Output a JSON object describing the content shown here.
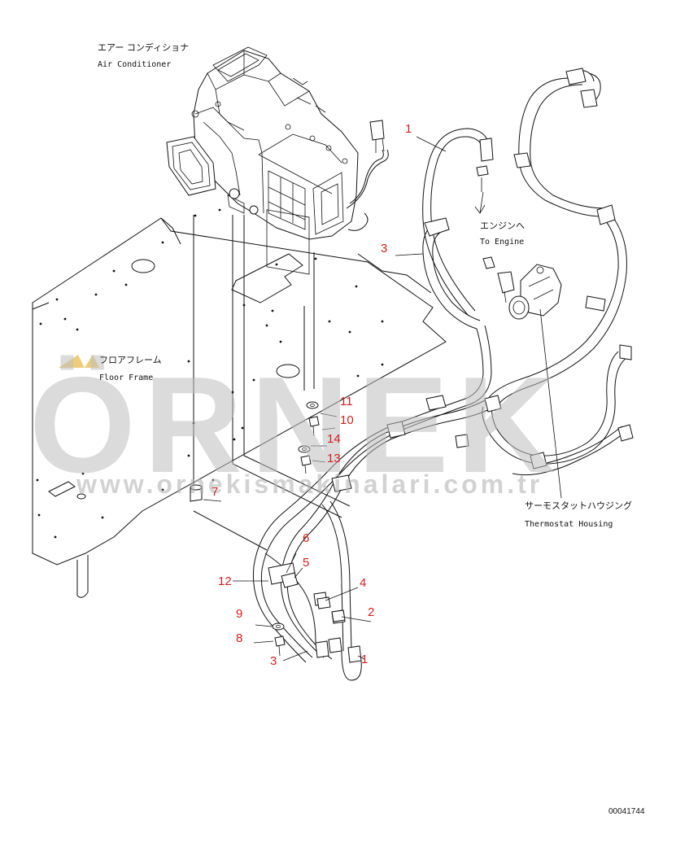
{
  "labels": {
    "ac_jp": "エアー コンディショナ",
    "ac_en": "Air Conditioner",
    "engine_jp": "エンジンへ",
    "engine_en": "To Engine",
    "floor_jp": "フロアフレーム",
    "floor_en": "Floor Frame",
    "thermo_jp": "サーモスタットハウジング",
    "thermo_en": "Thermostat Housing"
  },
  "callouts": {
    "c1_top": "1",
    "c3_top": "3",
    "c11": "11",
    "c10": "10",
    "c14": "14",
    "c13": "13",
    "c7": "7",
    "c6": "6",
    "c5": "5",
    "c12": "12",
    "c4": "4",
    "c2": "2",
    "c9": "9",
    "c8": "8",
    "c3_bot": "3",
    "c1_bot": "1"
  },
  "watermark": {
    "brand": "ÖRNEK",
    "url": "www.ornekismakinalari.com.tr"
  },
  "drawing_code": "00041744",
  "colors": {
    "callout": "#d21f1f",
    "line": "#111111",
    "watermark": "#bfbfbf",
    "accent_logo": "#e8c15a"
  }
}
